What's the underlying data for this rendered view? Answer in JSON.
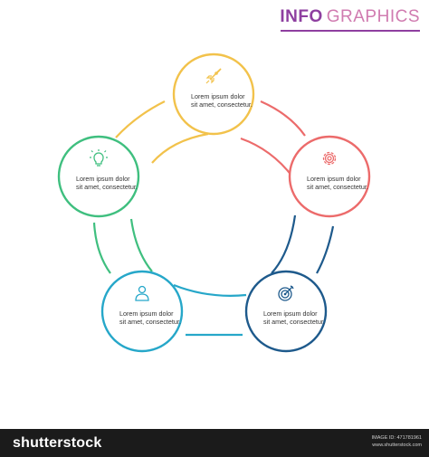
{
  "title": {
    "strong": "INFO",
    "light": "GRAPHICS"
  },
  "colors": {
    "yellow": "#f2c24b",
    "red": "#ec6b6b",
    "green": "#3fbf7f",
    "teal": "#26a7c9",
    "navy": "#1e5a8c",
    "title": "#8e3fa0"
  },
  "nodes": [
    {
      "key": "top",
      "icon": "rocket-icon",
      "text": "Lorem ipsum dolor sit amet, consectetur."
    },
    {
      "key": "right",
      "icon": "gear-icon",
      "text": "Lorem ipsum dolor sit amet, consectetur."
    },
    {
      "key": "bottom-right",
      "icon": "target-icon",
      "text": "Lorem ipsum dolor sit amet, consectetur."
    },
    {
      "key": "bottom-left",
      "icon": "person-icon",
      "text": "Lorem ipsum dolor sit amet, consectetur."
    },
    {
      "key": "left",
      "icon": "lightbulb-icon",
      "text": "Lorem ipsum dolor sit amet, consectetur."
    }
  ],
  "footer": {
    "brand": "shutterstock",
    "image_id": "IMAGE ID: 471781961",
    "site": "www.shutterstock.com"
  }
}
